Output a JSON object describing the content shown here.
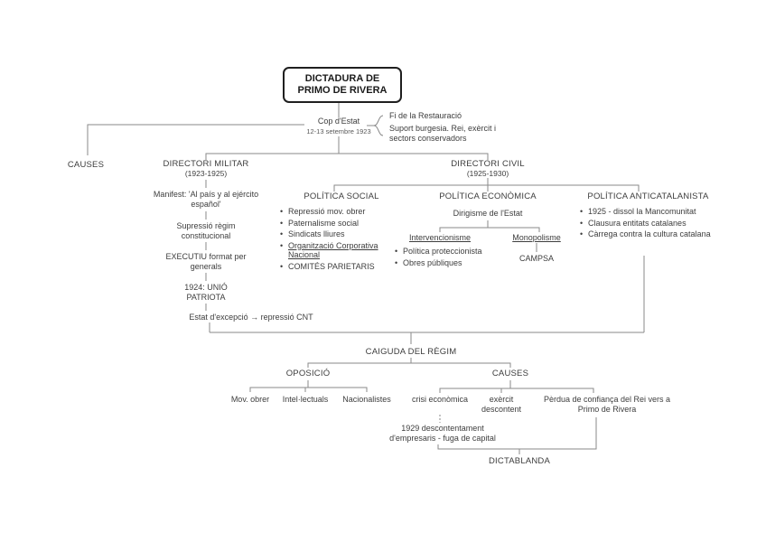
{
  "title": {
    "line1": "DICTADURA DE",
    "line2": "PRIMO DE RIVERA"
  },
  "cop_estat": {
    "label": "Cop d'Estat",
    "date": "12-13 setembre 1923"
  },
  "brace_notes": {
    "note1": "Fi de la Restauració",
    "note2": "Suport burgesia. Rei, exèrcit i sectors conservadors"
  },
  "causes_top": {
    "label": "CAUSES"
  },
  "directori_militar": {
    "title": "DIRECTORI MILITAR",
    "years": "(1923-1925)",
    "manifest": "Manifest: 'Al país y al ejército español'",
    "supressio": "Supressió règim constitucional",
    "executiu": "EXECUTIU format per generals",
    "unio": "1924: UNIÓ PATRIOTA",
    "estat_excepcio": "Estat d'excepció → repressió CNT"
  },
  "directori_civil": {
    "title": "DIRECTORI CIVIL",
    "years": "(1925-1930)"
  },
  "politica_social": {
    "title": "POLÍTICA SOCIAL",
    "items": [
      "Repressió mov. obrer",
      "Paternalisme social",
      "Sindicats lliures",
      "Organització Corporativa Nacional",
      "COMITÉS PARIETARIS"
    ]
  },
  "politica_economica": {
    "title": "POLÍTICA ECONÒMICA",
    "subtitle": "Dirigisme de l'Estat",
    "intervencionisme": {
      "title": "Intervencionisme",
      "items": [
        "Política proteccionista",
        "Obres públiques"
      ]
    },
    "monopolisme": {
      "title": "Monopolisme",
      "child": "CAMPSA"
    }
  },
  "politica_anticatalanista": {
    "title": "POLÍTICA ANTICATALANISTA",
    "items": [
      "1925 - dissol la Mancomunitat",
      "Clausura entitats catalanes",
      "Càrrega contra la cultura catalana"
    ]
  },
  "caiguda": {
    "title": "CAIGUDA DEL RÈGIM",
    "oposicio": {
      "title": "OPOSICIÓ",
      "items": [
        "Mov. obrer",
        "Intel·lectuals",
        "Nacionalistes"
      ]
    },
    "causes": {
      "title": "CAUSES",
      "crisi": "crisi econòmica",
      "exercit": "exèrcit descontent",
      "perdua": "Pèrdua de confiança del Rei vers a Primo de Rivera",
      "descontentament": "1929 descontentament d'empresaris - fuga de capital",
      "dictablanda": "DICTABLANDA"
    }
  }
}
